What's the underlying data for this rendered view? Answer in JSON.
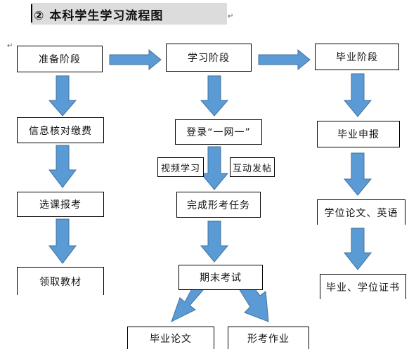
{
  "title": {
    "number": "②",
    "text": "本科学生学习流程图"
  },
  "stages": {
    "prepare": "准备阶段",
    "study": "学习阶段",
    "graduate": "毕业阶段"
  },
  "prepare_steps": [
    "信息核对缴费",
    "选课报考",
    "领取教材"
  ],
  "study_steps": {
    "login": "登录“一网一”",
    "video": "视频学习",
    "interact": "互动发帖",
    "tasks": "完成形考任务",
    "exam": "期末考试",
    "thesis": "毕业论文",
    "homework": "形考作业"
  },
  "graduate_steps": [
    "毕业申报",
    "学位论文、英语",
    "毕业、学位证书"
  ],
  "colors": {
    "arrow_fill": "#5b9bd5",
    "arrow_stroke": "#41719c",
    "title_bg": "#dcdcdc"
  }
}
